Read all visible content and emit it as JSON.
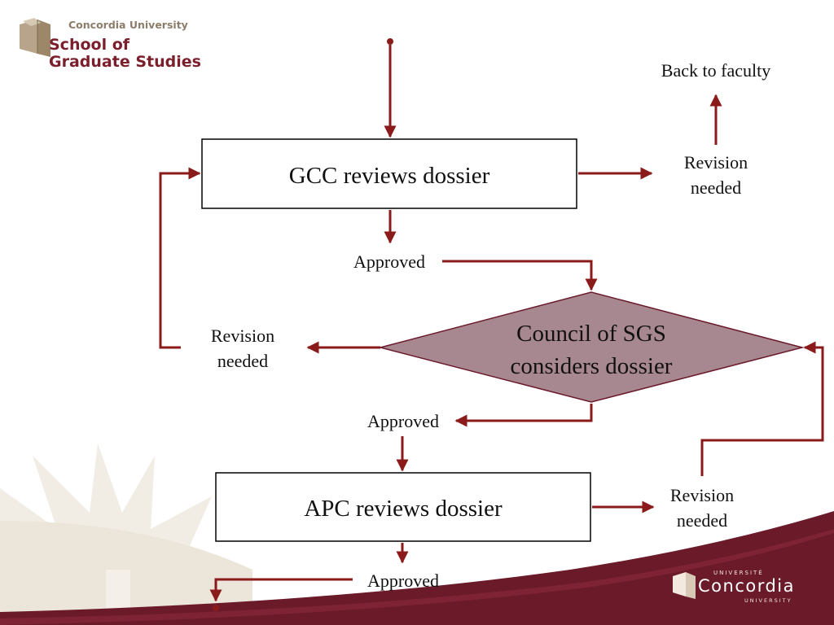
{
  "logo": {
    "university": "Concordia University",
    "school_line1": "School of",
    "school_line2": "Graduate Studies"
  },
  "footer_logo": {
    "top": "UNIVERSITÉ",
    "name": "Concordia",
    "bottom": "UNIVERSITY"
  },
  "diagram": {
    "gcc_box": "GCC reviews dossier",
    "apc_box": "APC reviews dossier",
    "council_line1": "Council of SGS",
    "council_line2": "considers dossier",
    "back_to_faculty": "Back to faculty",
    "revision_gcc_1": "Revision",
    "revision_gcc_2": "needed",
    "revision_council_1": "Revision",
    "revision_council_2": "needed",
    "revision_apc_1": "Revision",
    "revision_apc_2": "needed",
    "approved_gcc": "Approved",
    "approved_council": "Approved",
    "approved_apc": "Approved"
  },
  "colors": {
    "arrow": "#8b1a1a",
    "diamond_fill": "#a88890",
    "maroon": "#6b1a2a"
  }
}
